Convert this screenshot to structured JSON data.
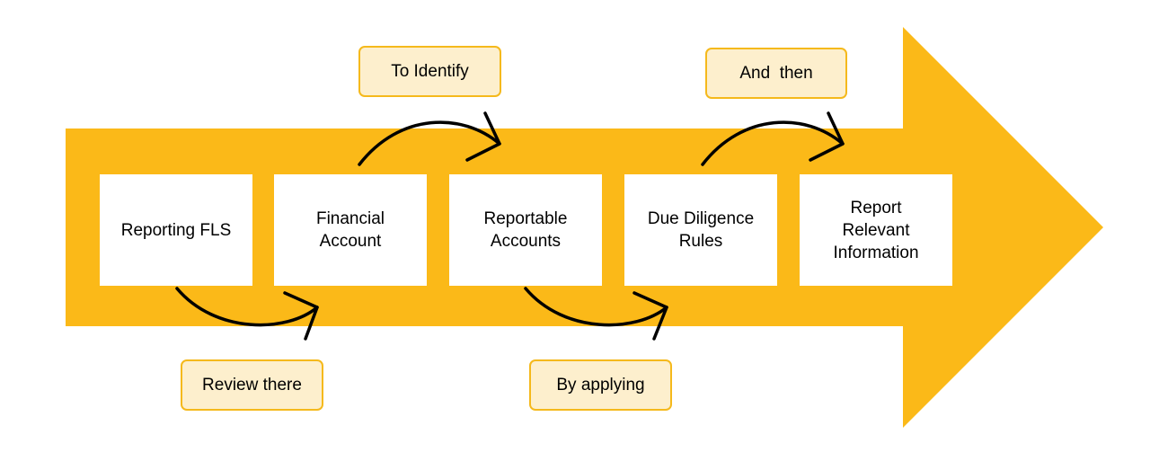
{
  "colors": {
    "arrow": "#fbb918",
    "callout_fill": "#fdefcd",
    "callout_border": "#f5b91c",
    "box_fill": "#ffffff",
    "connector": "#000000"
  },
  "steps": [
    {
      "label": "Reporting FLS"
    },
    {
      "label": "Financial\nAccount"
    },
    {
      "label": "Reportable\nAccounts"
    },
    {
      "label": "Due Diligence\nRules"
    },
    {
      "label": "Report\nRelevant\nInformation"
    }
  ],
  "callouts": {
    "top_1": "To Identify",
    "top_2": "And  then",
    "bottom_1": "Review there",
    "bottom_2": "By applying"
  }
}
